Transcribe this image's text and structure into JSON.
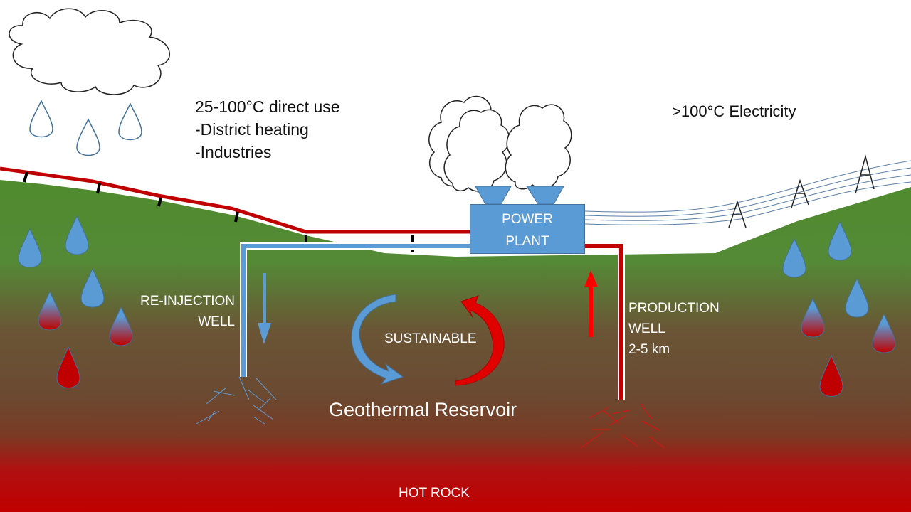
{
  "colors": {
    "cold_water": "#5b9bd5",
    "hot_water": "#c00000",
    "pipe_red": "#c00000",
    "ground_top": "#4e8a2e",
    "ground_mid": "#6b4a32",
    "hot_rock": "#c00000"
  },
  "labels": {
    "direct_use": [
      "25-100°C direct use",
      "-District heating",
      "-Industries"
    ],
    "electricity": ">100°C Electricity",
    "power_plant": [
      "POWER",
      "PLANT"
    ],
    "reinjection_well": [
      "RE-INJECTION",
      "WELL"
    ],
    "production_well": [
      "PRODUCTION",
      "WELL",
      "2-5 km"
    ],
    "sustainable": "SUSTAINABLE",
    "reservoir": "Geothermal Reservoir",
    "hot_rock": "HOT ROCK"
  },
  "icons": [
    "cloud-icon",
    "raindrop-icon",
    "steam-cloud-icon",
    "pylon-icon",
    "arrow-up-icon",
    "arrow-down-icon",
    "cycle-arrow-icon"
  ]
}
